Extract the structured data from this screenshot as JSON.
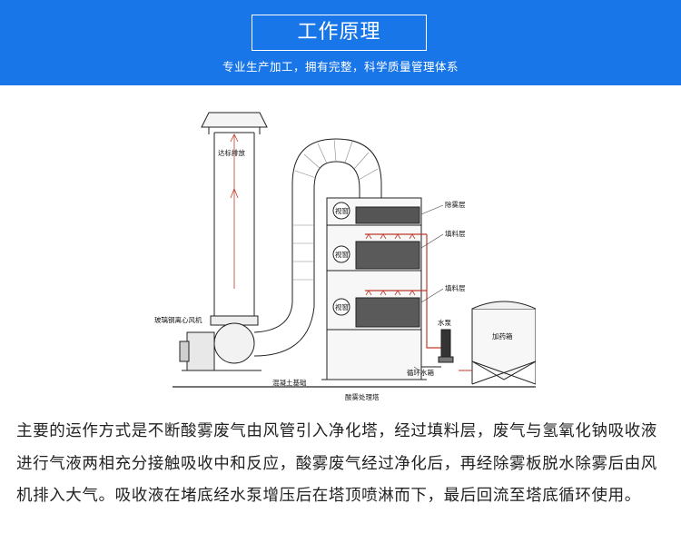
{
  "header": {
    "title": "工作原理",
    "subtitle": "专业生产加工，拥有完整，科学质量管理体系",
    "background_color": "#1976e8"
  },
  "diagram": {
    "labels": {
      "chimney": "达标排放",
      "fan": "玻璃钢离心风机",
      "window_top": "视窗",
      "window_mid": "视窗",
      "window_low": "视窗",
      "demister": "除雾层",
      "packing_upper": "填料层",
      "packing_lower": "填料层",
      "pump": "水泵",
      "tank": "加药箱",
      "circulation_tank": "循环水箱",
      "foundation": "混凝土基础",
      "tower_title": "酸雾处理塔"
    }
  },
  "description": "主要的运作方式是不断酸雾废气由风管引入净化塔，经过填料层，废气与氢氧化钠吸收液进行气液两相充分接触吸收中和反应，酸雾废气经过净化后，再经除雾板脱水除雾后由风机排入大气。吸收液在堵底经水泵增压后在塔顶喷淋而下，最后回流至塔底循环使用。"
}
